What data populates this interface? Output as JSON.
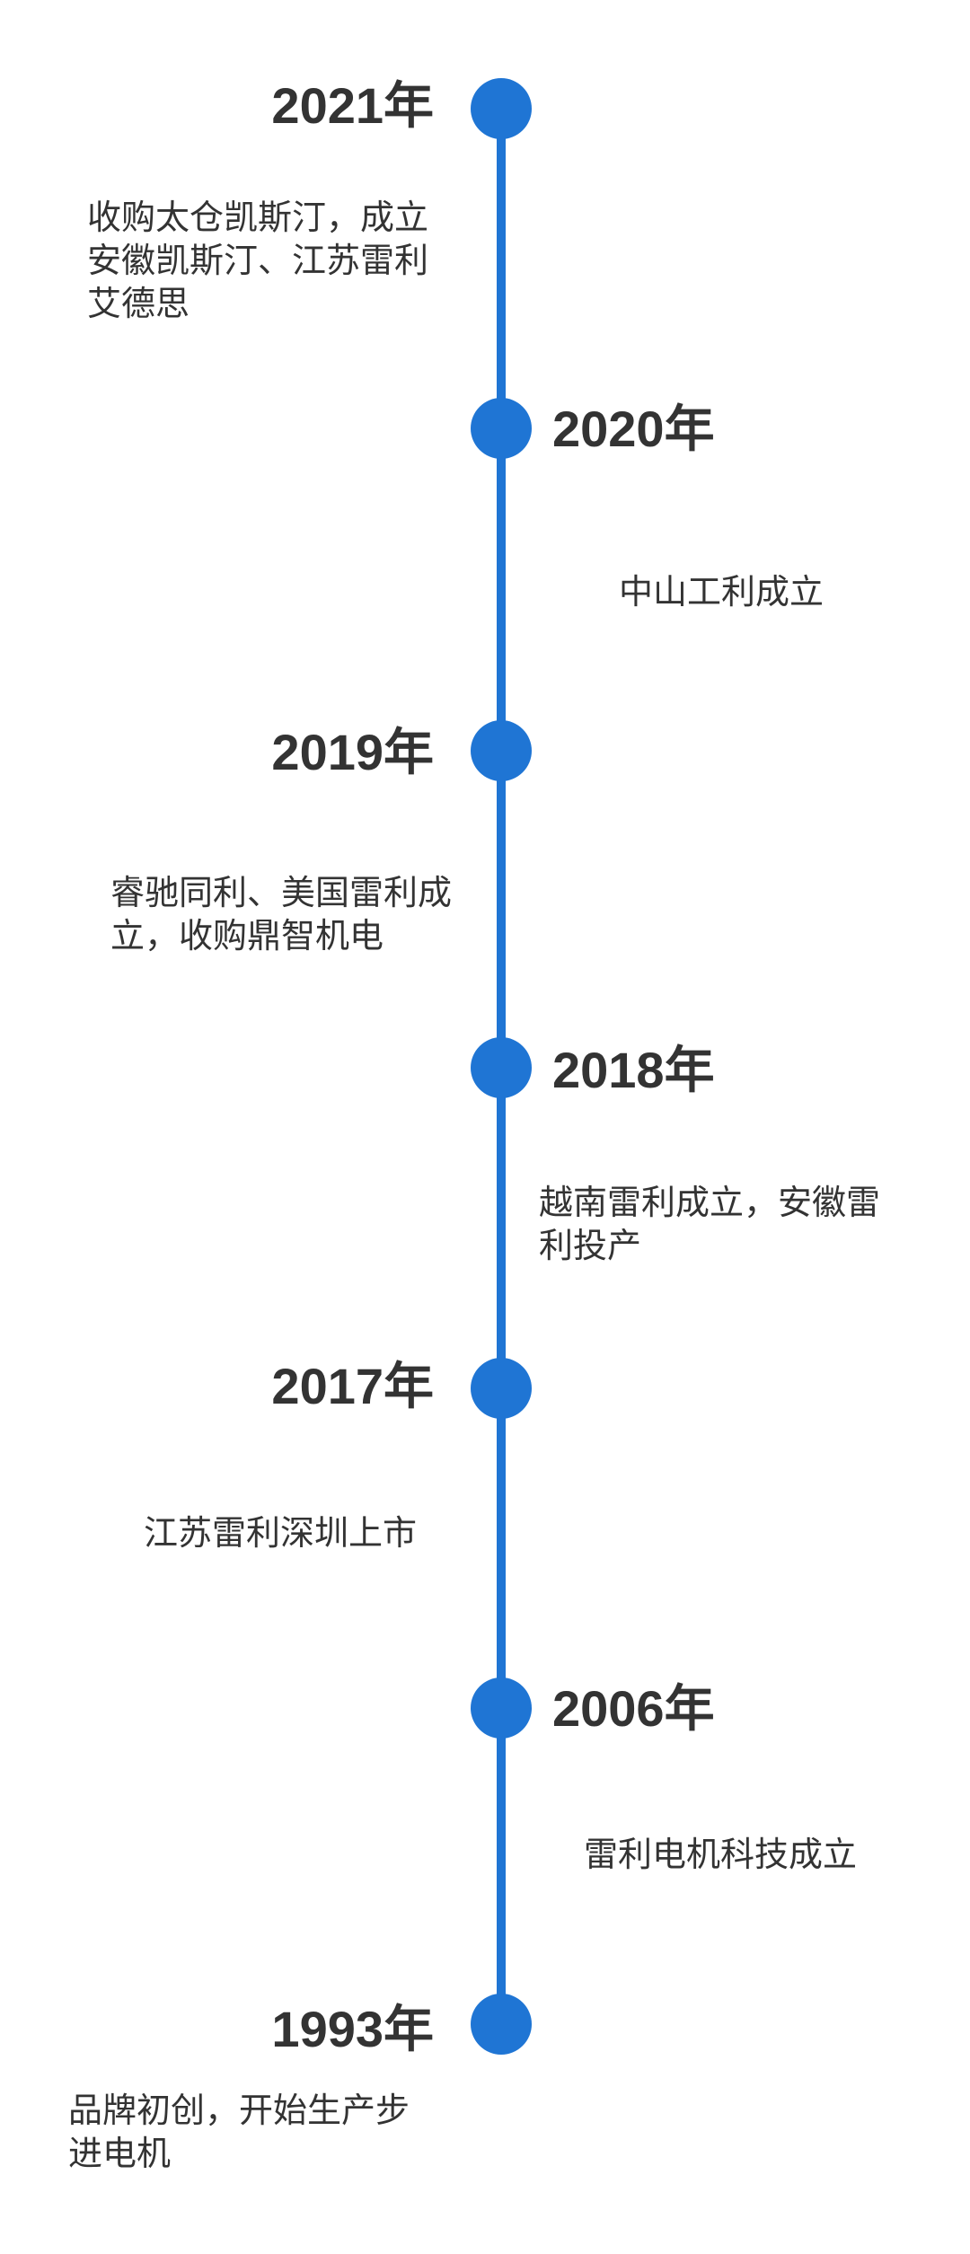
{
  "timeline": {
    "accent_color": "#1f75d4",
    "text_color": "#333333",
    "events": [
      {
        "year": "2021年",
        "description": "收购太仓凯斯汀，成立\n安徽凯斯汀、江苏雷利\n艾德思"
      },
      {
        "year": "2020年",
        "description": "中山工利成立"
      },
      {
        "year": "2019年",
        "description": "睿驰同利、美国雷利成\n立，收购鼎智机电"
      },
      {
        "year": "2018年",
        "description": "越南雷利成立，安徽雷\n利投产"
      },
      {
        "year": "2017年",
        "description": "江苏雷利深圳上市"
      },
      {
        "year": "2006年",
        "description": "雷利电机科技成立"
      },
      {
        "year": "1993年",
        "description": "品牌初创，开始生产步\n进电机"
      }
    ]
  }
}
